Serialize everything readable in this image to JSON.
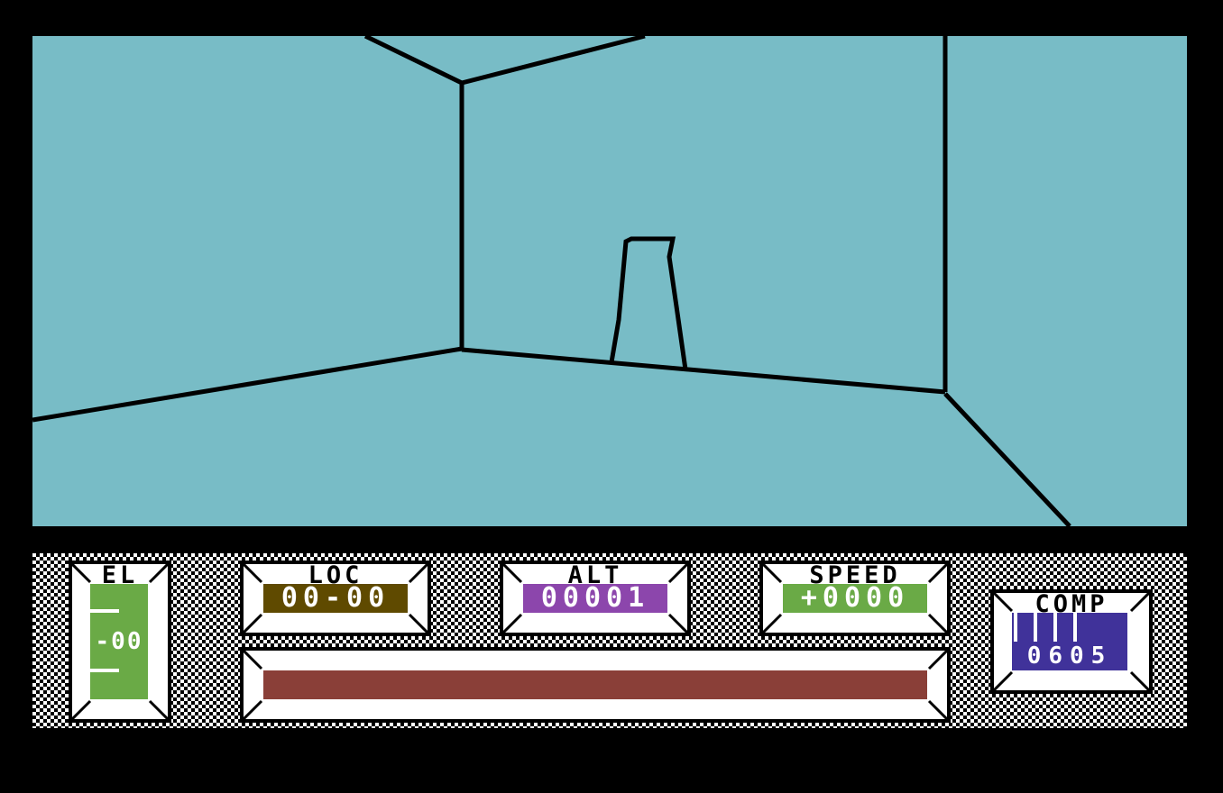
{
  "game": {
    "colors": {
      "sky": "#78bcc6",
      "loc": "#5f4a00",
      "alt": "#8c46ac",
      "speed": "#6aaa46",
      "el": "#6aaa46",
      "comp": "#40329a",
      "energy": "#8a3f38"
    },
    "el": {
      "label": "EL",
      "value": "-00"
    },
    "loc": {
      "label": "LOC",
      "value": "00-00"
    },
    "alt": {
      "label": "ALT",
      "value": "00001"
    },
    "speed": {
      "label": "SPEED",
      "value": "+0000"
    },
    "comp": {
      "label": "COMP",
      "value": "0605"
    },
    "energy": {
      "level": 1.0
    }
  }
}
